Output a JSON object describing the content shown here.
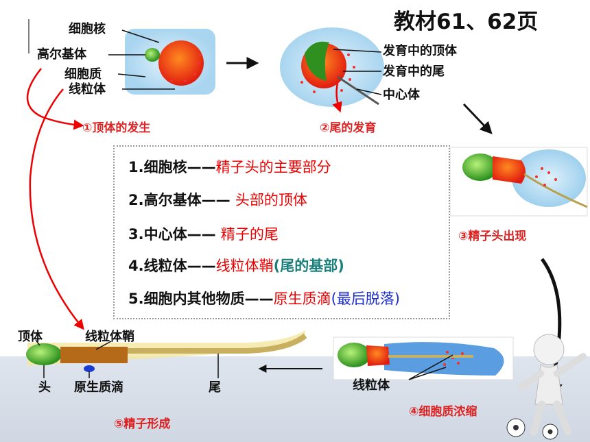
{
  "title": "教材61、62页",
  "labels": {
    "nucleus": "细胞核",
    "golgi": "高尔基体",
    "cytoplasm": "细胞质",
    "mito": "线粒体",
    "acrosome_dev": "发育中的顶体",
    "tail_dev": "发育中的尾",
    "centriole": "中心体",
    "acrosome": "顶体",
    "mito_sheath": "线粒体鞘",
    "head": "头",
    "droplet": "原生质滴",
    "tail": "尾",
    "mito2": "线粒体"
  },
  "steps": {
    "s1": "①顶体的发生",
    "s2": "②尾的发育",
    "s3": "③精子头出现",
    "s4": "④细胞质浓缩",
    "s5": "⑤精子形成"
  },
  "list": [
    {
      "num": "1.",
      "term": "细胞核——",
      "result": "精子头的主要部分"
    },
    {
      "num": "2.",
      "term": "高尔基体——",
      "result": "头部的顶体"
    },
    {
      "num": "3.",
      "term": "中心体——",
      "result": "精子的尾"
    },
    {
      "num": "4.",
      "term": "线粒体——",
      "result": "线粒体鞘",
      "note_open": "(",
      "note": "尾的基部",
      "note_close": ")"
    },
    {
      "num": "5.",
      "term": "细胞内其他物质——",
      "result": "原生质滴",
      "note_open": "(",
      "note": "最后脱落",
      "note_close": ")"
    }
  ],
  "colors": {
    "red": "#e00000",
    "teal": "#1a7f7a",
    "blue": "#1b2ccc",
    "step_red": "#d22222"
  }
}
